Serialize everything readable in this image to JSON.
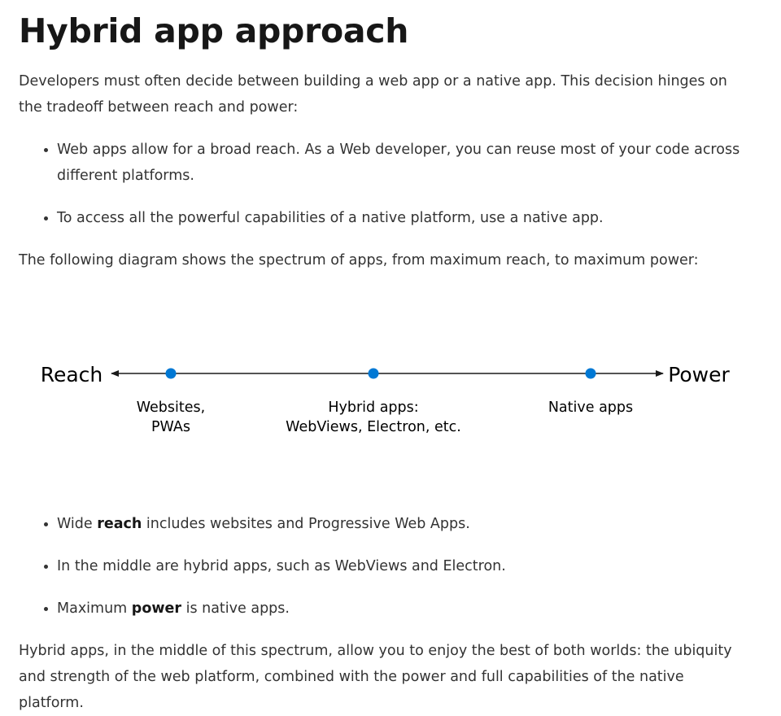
{
  "page": {
    "title": "Hybrid app approach",
    "intro": "Developers must often decide between building a web app or a native app. This decision hinges on the tradeoff between reach and power:",
    "bullets_1": [
      "Web apps allow for a broad reach. As a Web developer, you can reuse most of your code across different platforms.",
      "To access all the powerful capabilities of a native platform, use a native app."
    ],
    "diagram_intro": "The following diagram shows the spectrum of apps, from maximum reach, to maximum power:",
    "bullets_2": [
      {
        "before": "Wide ",
        "strong": "reach",
        "after": " includes websites and Progressive Web Apps."
      },
      {
        "text": "In the middle are hybrid apps, such as WebViews and Electron."
      },
      {
        "before": "Maximum ",
        "strong": "power",
        "after": " is native apps."
      }
    ],
    "summary": "Hybrid apps, in the middle of this spectrum, allow you to enjoy the best of both worlds: the ubiquity and strength of the web platform, combined with the power and full capabilities of the native platform."
  },
  "diagram": {
    "left_label": "Reach",
    "right_label": "Power",
    "points": [
      {
        "name": "websites",
        "line1": "Websites,",
        "line2": "PWAs"
      },
      {
        "name": "hybrid",
        "line1": "Hybrid apps:",
        "line2": "WebViews, Electron, etc."
      },
      {
        "name": "native",
        "line1": "Native apps",
        "line2": ""
      }
    ],
    "dot_color": "#0078d4",
    "line_color": "#1a1a1a"
  }
}
